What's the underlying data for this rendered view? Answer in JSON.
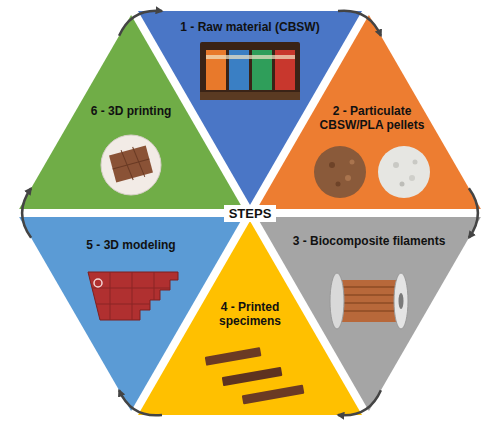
{
  "diagram": {
    "nodes": [
      {
        "text": [
          "1 - Raw material (CBSW)"
        ]
      },
      {
        "text": [
          "2 - Particulate CBSW/PLA pellets"
        ]
      },
      {
        "text": [
          "3 - Biocomposite filaments"
        ]
      },
      {
        "text": [
          "4 - Printed specimens"
        ]
      },
      {
        "text": [
          "5 - 3D modeling"
        ]
      },
      {
        "text": [
          "6 - 3D printing"
        ]
      }
    ],
    "edges": [
      {
        "from": 0,
        "to": 1,
        "arrow": "to"
      },
      {
        "from": 1,
        "to": 2,
        "arrow": "to"
      },
      {
        "from": 2,
        "to": 3,
        "arrow": "to"
      },
      {
        "from": 3,
        "to": 4,
        "arrow": "to"
      },
      {
        "from": 4,
        "to": 5,
        "arrow": "to"
      },
      {
        "from": 5,
        "to": 0,
        "arrow": "to"
      }
    ],
    "labels": [
      "STEPS"
    ]
  }
}
